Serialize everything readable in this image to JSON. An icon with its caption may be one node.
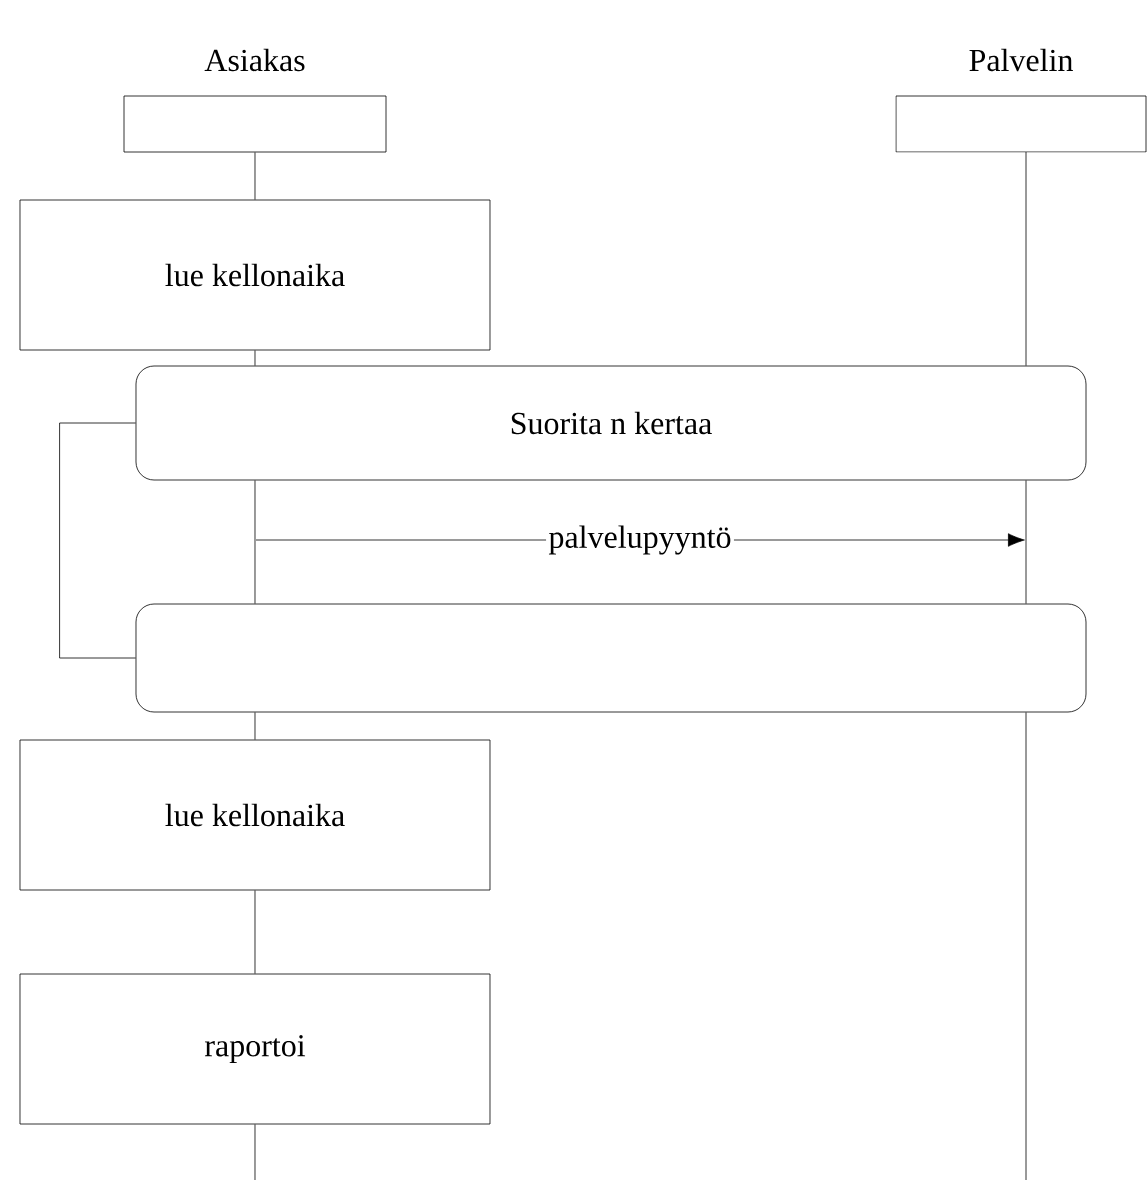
{
  "diagram": {
    "nodes": [
      {
        "text": [
          "Asiakas"
        ]
      },
      {
        "text": [
          "Palvelin"
        ]
      },
      {
        "text": [
          "lue kellonaika"
        ]
      },
      {
        "text": [
          "Suorita n kertaa"
        ]
      },
      {
        "text": [],
        "shape": "box"
      },
      {
        "text": [
          "lue kellonaika"
        ]
      },
      {
        "text": [
          "raportoi"
        ]
      },
      {
        "text": [
          "palvelupyyntö"
        ]
      }
    ],
    "edges": [
      {
        "from": 0,
        "to": 2,
        "arrow": "none"
      },
      {
        "from": 2,
        "to": 3,
        "arrow": "none"
      },
      {
        "from": 3,
        "to": 4,
        "arrow": "none"
      },
      {
        "from": 4,
        "to": 5,
        "arrow": "none"
      },
      {
        "from": 5,
        "to": 6,
        "arrow": "none"
      },
      {
        "from": 6,
        "to": null,
        "arrow": "none"
      },
      {
        "from": 1,
        "to": 3,
        "arrow": "none"
      },
      {
        "from": 3,
        "to": 4,
        "arrow": "none"
      },
      {
        "from": 4,
        "to": null,
        "arrow": "none"
      },
      {
        "from": 3,
        "to": 4,
        "arrow": "none"
      },
      {
        "from": null,
        "to": 7,
        "arrow": "none"
      },
      {
        "from": 7,
        "to": null,
        "arrow": "to"
      }
    ]
  }
}
